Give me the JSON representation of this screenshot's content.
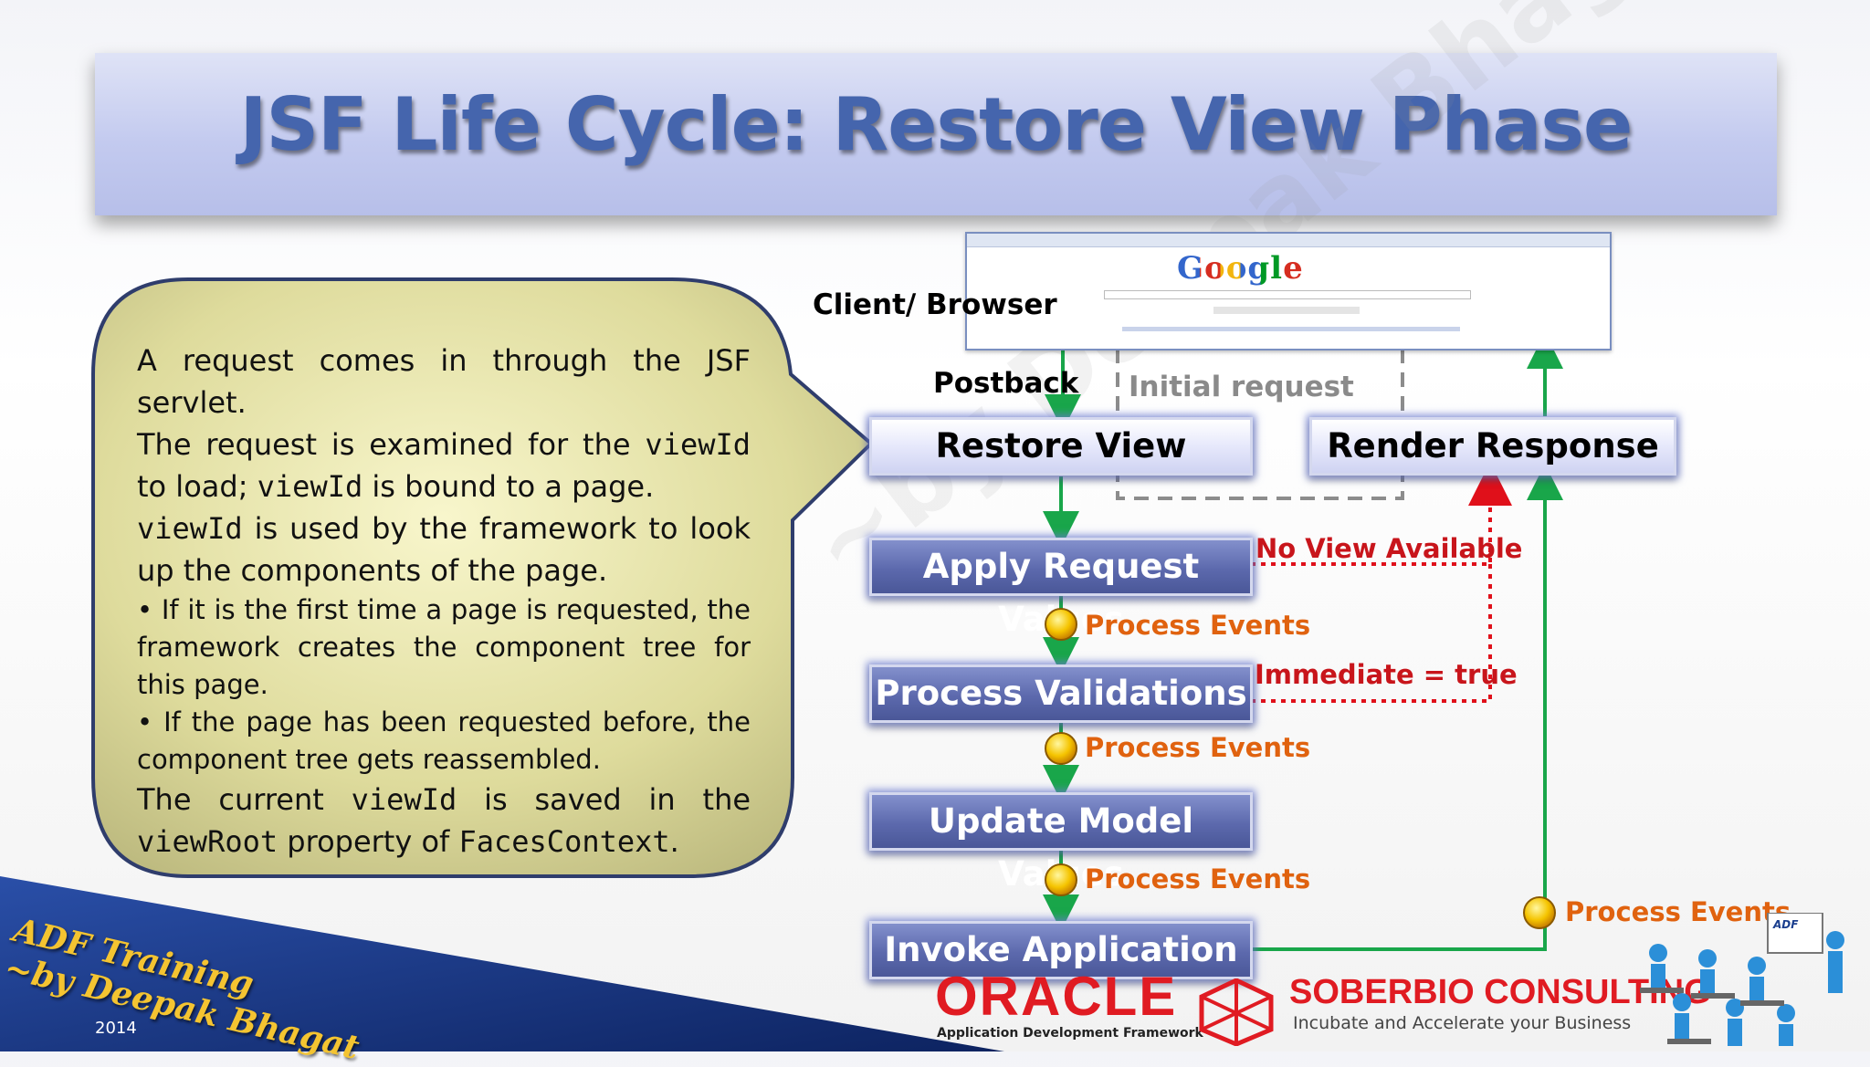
{
  "title": "JSF Life Cycle: Restore View Phase",
  "callout": {
    "p1": "A request comes in through the JSF servlet.",
    "p2a": "The request is examined for the",
    "p2code": "viewId",
    "p2b": "to load;",
    "p2code2": "viewId",
    "p2c": "is bound to a page.",
    "p3code": "viewId",
    "p3": "is used by the framework to look up the components of the page.",
    "b1": "• If it is the first time a page is requested, the framework creates the component tree for this page.",
    "b2": "• If the page has been requested before, the component tree gets reassembled.",
    "p4a": "The current",
    "p4code": "viewId",
    "p4b": "is saved in the",
    "p4code2": "viewRoot",
    "p4c": "property of",
    "p4code3": "FacesContext",
    "p4d": "."
  },
  "diagram": {
    "client_label": "Client/ Browser",
    "browser_logo": "Google",
    "postback": "Postback",
    "initial_request": "Initial request",
    "phases": {
      "restore_view": "Restore View",
      "render_response": "Render Response",
      "apply_request_values": "Apply Request Values",
      "process_validations": "Process Validations",
      "update_model_values": "Update Model Values",
      "invoke_application": "Invoke Application"
    },
    "process_events": "Process Events",
    "no_view_available": "No View Available",
    "immediate_true": "Immediate = true",
    "colors": {
      "green": "#19a64a",
      "red": "#e0101a",
      "gray": "#8c8c8c",
      "orange": "#e0620f"
    }
  },
  "footer": {
    "training_line1": "ADF Training",
    "training_line2": "~by Deepak Bhagat",
    "year": "2014",
    "oracle": "ORACLE",
    "oracle_sub": "Application Development Framework",
    "soberbio": "SOBERBIO CONSULTING",
    "soberbio_sub": "Incubate and Accelerate your Business",
    "adf_badge": "ADF"
  }
}
